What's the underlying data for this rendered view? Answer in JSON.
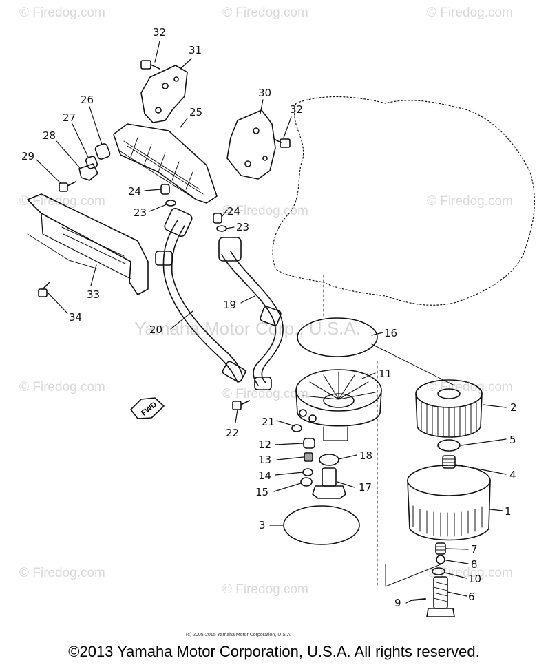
{
  "watermark": "Firedog.com",
  "watermark_icon": "copyright-icon",
  "center_watermark": "Yamaha Motor Corp., U.S.A.",
  "small_copyright": "(c) 2005-2015 Yamaha Motor Corporation, U.S.A.",
  "copyright": "©2013 Yamaha Motor Corporation, U.S.A. All rights reserved.",
  "fwd_label": "FWD",
  "parts": [
    "1",
    "2",
    "3",
    "4",
    "5",
    "6",
    "7",
    "8",
    "9",
    "10",
    "11",
    "12",
    "13",
    "14",
    "15",
    "16",
    "17",
    "18",
    "19",
    "20",
    "21",
    "22",
    "23",
    "23",
    "24",
    "24",
    "25",
    "26",
    "27",
    "28",
    "29",
    "30",
    "31",
    "32",
    "32",
    "33",
    "34"
  ],
  "colors": {
    "line": "#111111",
    "watermark": "#d9d9d9",
    "background": "#ffffff"
  }
}
